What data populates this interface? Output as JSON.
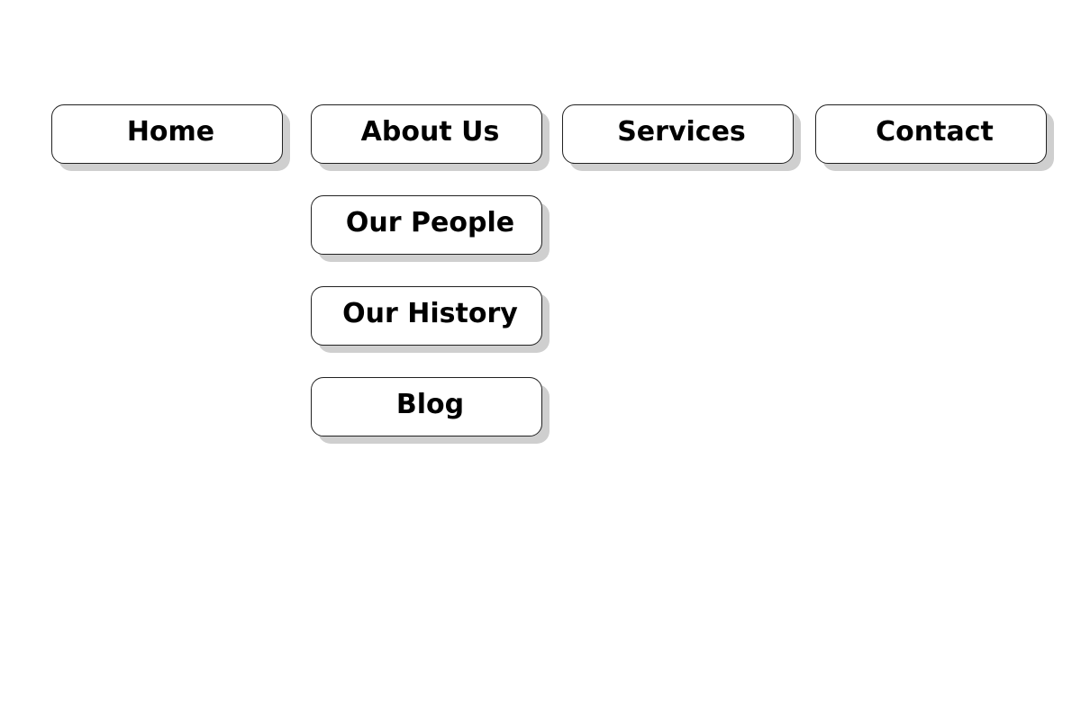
{
  "nav": {
    "items": [
      {
        "label": "Home"
      },
      {
        "label": "About Us"
      },
      {
        "label": "Services"
      },
      {
        "label": "Contact"
      }
    ]
  },
  "about_submenu": {
    "items": [
      {
        "label": "Our People"
      },
      {
        "label": "Our History"
      },
      {
        "label": "Blog"
      }
    ]
  }
}
